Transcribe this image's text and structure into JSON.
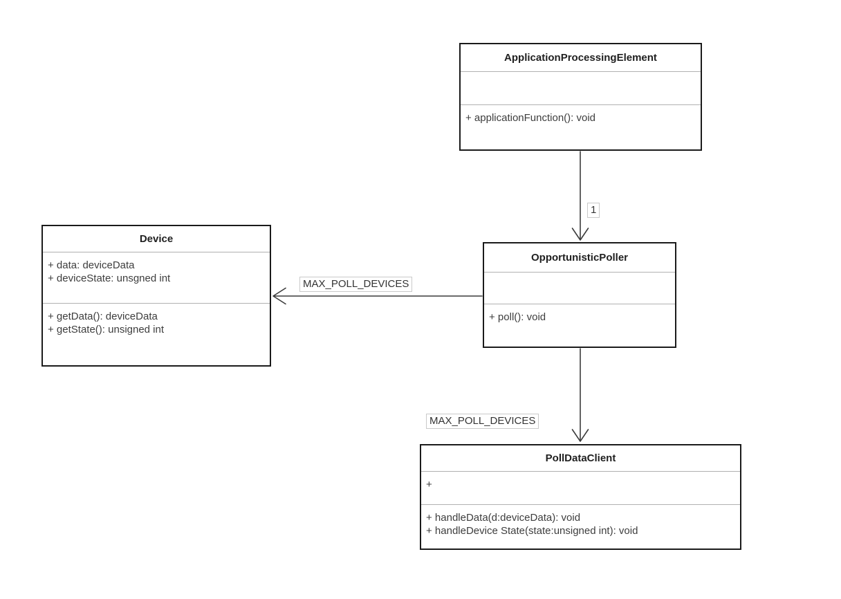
{
  "diagram": {
    "type": "uml-class-diagram",
    "classes": [
      {
        "name": "ApplicationProcessingElement",
        "attributes": [],
        "methods": [
          "+ applicationFunction(): void"
        ]
      },
      {
        "name": "Device",
        "attributes": [
          "+ data: deviceData",
          "+ deviceState: unsgned int"
        ],
        "methods": [
          "+ getData(): deviceData",
          "+ getState(): unsigned int"
        ]
      },
      {
        "name": "OpportunisticPoller",
        "attributes": [],
        "methods": [
          "+ poll(): void"
        ]
      },
      {
        "name": "PollDataClient",
        "attributes": [
          "+"
        ],
        "methods": [
          "+ handleData(d:deviceData): void",
          "+ handleDevice State(state:unsigned int): void"
        ]
      }
    ],
    "edges": [
      {
        "from": "ApplicationProcessingElement",
        "to": "OpportunisticPoller",
        "label": "1",
        "arrowhead": "open"
      },
      {
        "from": "OpportunisticPoller",
        "to": "Device",
        "label": "MAX_POLL_DEVICES",
        "arrowhead": "open"
      },
      {
        "from": "OpportunisticPoller",
        "to": "PollDataClient",
        "label": "MAX_POLL_DEVICES",
        "arrowhead": "open"
      }
    ],
    "colors": {
      "background": "#ffffff",
      "class_border": "#1a1a1a",
      "class_fill": "#ffffff",
      "section_divider": "#b0b0b0",
      "connector": "#3a3a3a",
      "edge_label_border": "#c9c9c9",
      "edge_label_fill": "#ffffff",
      "title_text": "#1f1f1f",
      "member_text": "#3d3d3d"
    }
  }
}
